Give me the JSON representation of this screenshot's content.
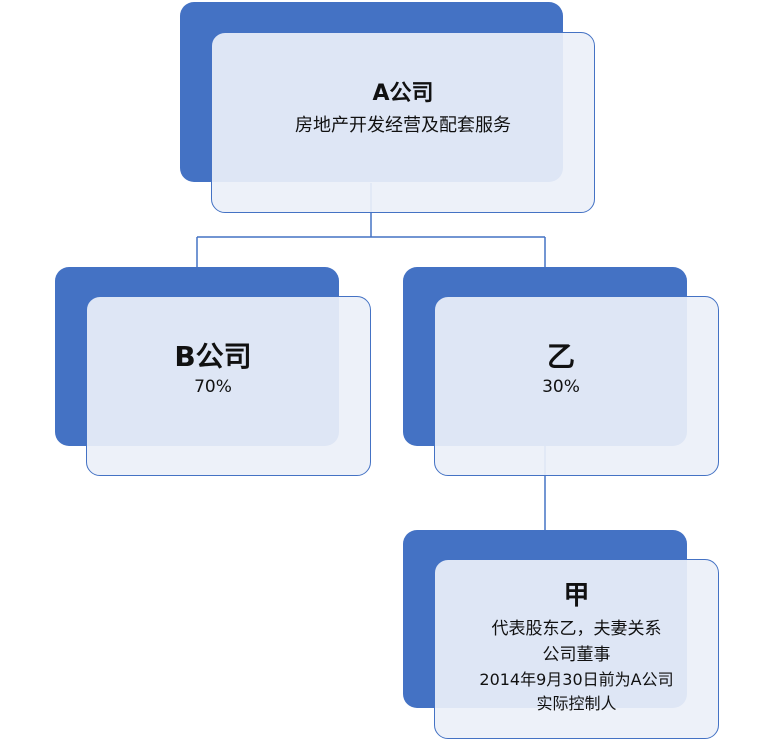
{
  "nodes": {
    "a": {
      "title": "A公司",
      "subtitle": "房地产开发经营及配套服务"
    },
    "b": {
      "title": "B公司",
      "subtitle": "70%"
    },
    "yi": {
      "title": "乙",
      "subtitle": "30%"
    },
    "jia": {
      "title": "甲",
      "lines": [
        "代表股东乙，夫妻关系",
        "公司董事",
        "2014年9月30日前为A公司",
        "实际控制人"
      ]
    }
  },
  "colors": {
    "accent": "#4472c4",
    "box_fill": "#ebf0f8",
    "line": "#4472c4"
  }
}
